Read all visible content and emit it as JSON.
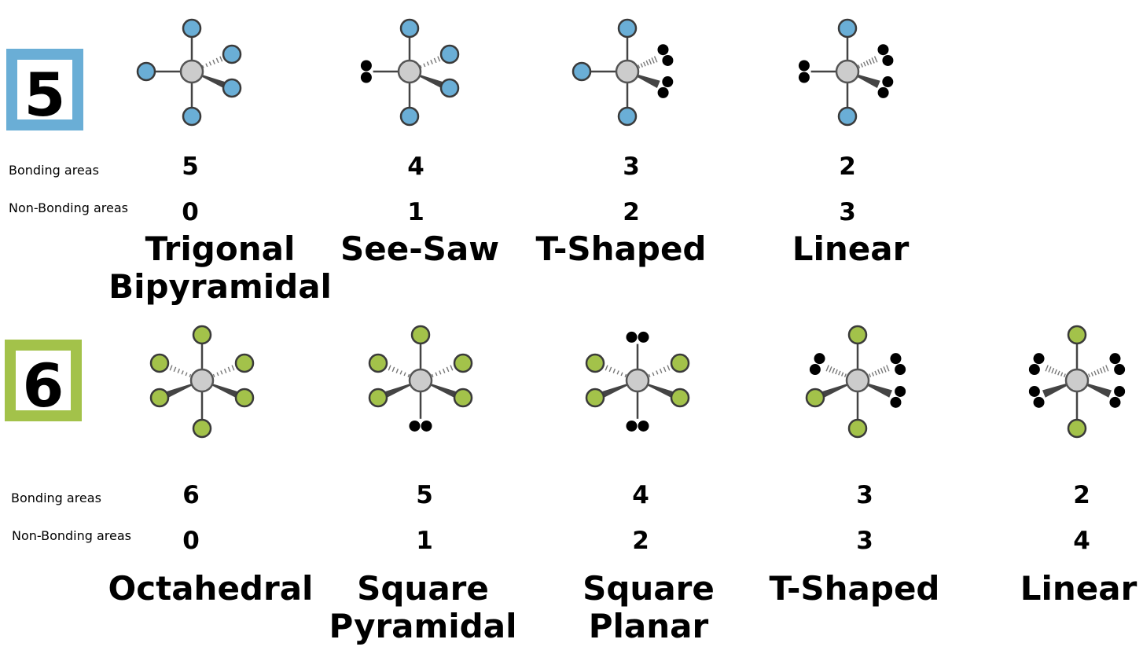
{
  "colors": {
    "five_accent": "#6aaed6",
    "six_accent": "#a3c24a",
    "center_atom": "#cccccc",
    "bond": "#444444",
    "lone_pair": "#000000"
  },
  "sections": [
    {
      "badge": "5",
      "bonding_label": "Bonding areas",
      "nonbonding_label": "Non-Bonding areas",
      "columns": [
        {
          "bonding": "5",
          "nonbonding": "0",
          "name": [
            "Trigonal",
            "Bipyramidal"
          ],
          "lone_pairs": []
        },
        {
          "bonding": "4",
          "nonbonding": "1",
          "name": [
            "See-Saw"
          ],
          "lone_pairs": [
            "left"
          ]
        },
        {
          "bonding": "3",
          "nonbonding": "2",
          "name": [
            "T-Shaped"
          ],
          "lone_pairs": [
            "upper-right",
            "lower-right"
          ]
        },
        {
          "bonding": "2",
          "nonbonding": "3",
          "name": [
            "Linear"
          ],
          "lone_pairs": [
            "left",
            "upper-right",
            "lower-right"
          ]
        }
      ]
    },
    {
      "badge": "6",
      "bonding_label": "Bonding areas",
      "nonbonding_label": "Non-Bonding areas",
      "columns": [
        {
          "bonding": "6",
          "nonbonding": "0",
          "name": [
            "Octahedral"
          ],
          "lone_pairs": []
        },
        {
          "bonding": "5",
          "nonbonding": "1",
          "name": [
            "Square",
            "Pyramidal"
          ],
          "lone_pairs": [
            "bottom"
          ]
        },
        {
          "bonding": "4",
          "nonbonding": "2",
          "name": [
            "Square",
            "Planar"
          ],
          "lone_pairs": [
            "top",
            "bottom"
          ]
        },
        {
          "bonding": "3",
          "nonbonding": "3",
          "name": [
            "T-Shaped"
          ],
          "lone_pairs": [
            "upper-left",
            "upper-right",
            "lower-right"
          ]
        },
        {
          "bonding": "2",
          "nonbonding": "4",
          "name": [
            "Linear"
          ],
          "lone_pairs": [
            "upper-left",
            "lower-left",
            "upper-right",
            "lower-right"
          ]
        }
      ]
    }
  ]
}
